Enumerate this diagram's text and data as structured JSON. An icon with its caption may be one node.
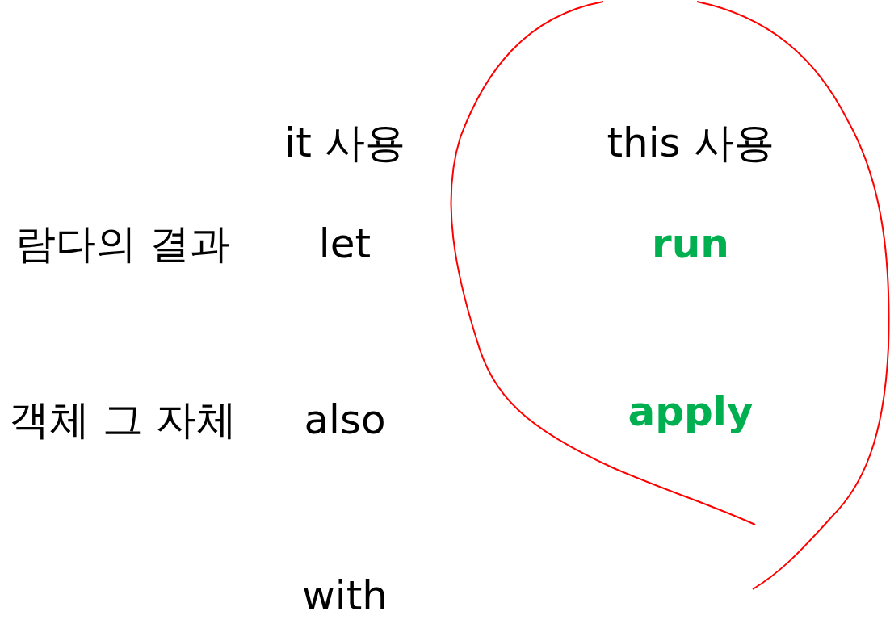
{
  "diagram": {
    "labels": [
      "it 사용",
      "this 사용",
      "람다의 결과",
      "let",
      "run",
      "객체 그 자체",
      "also",
      "apply",
      "with"
    ]
  }
}
